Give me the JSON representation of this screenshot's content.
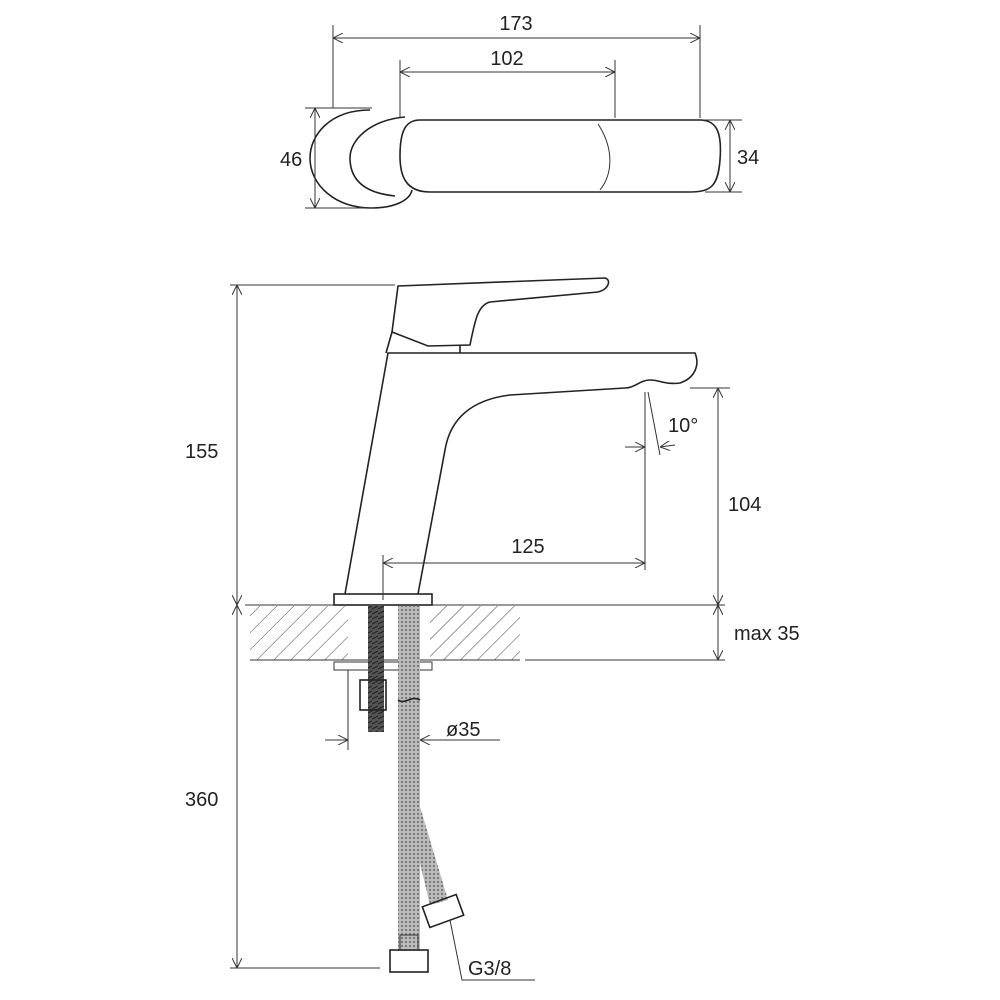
{
  "drawing": {
    "title": "Basin faucet dimension drawing",
    "top_view": {
      "overall_length": "173",
      "handle_length": "102",
      "base_diameter": "46",
      "handle_width": "34"
    },
    "side_view": {
      "total_height": "155",
      "spout_height": "104",
      "spout_reach": "125",
      "outlet_angle": "10°",
      "max_counter_thickness": "max 35",
      "hole_diameter": "ø35",
      "hose_length": "360",
      "thread": "G3/8"
    }
  }
}
